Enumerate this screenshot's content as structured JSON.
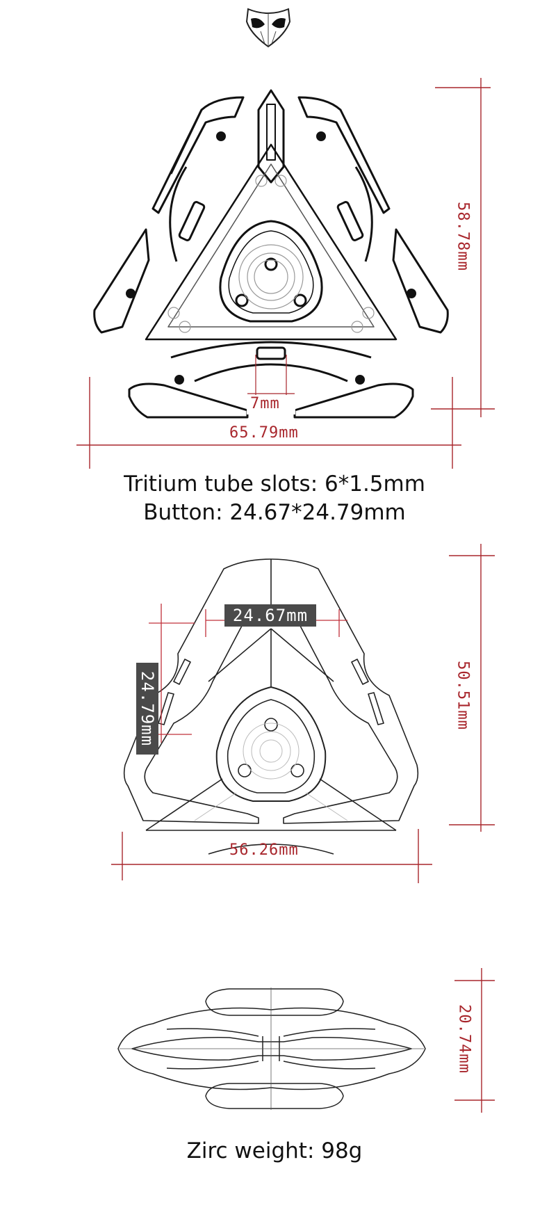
{
  "brand": {
    "logo_icon": "mask-icon"
  },
  "colors": {
    "dimension": "#a8262c",
    "tag_bg": "#4a4a4a",
    "line": "#111111",
    "ghost": "#9a9a9a"
  },
  "top_view": {
    "height_label": "58.78mm",
    "width_label": "65.79mm",
    "slot_label": "7mm"
  },
  "specs": {
    "tritium": "Tritium tube slots: 6*1.5mm",
    "button": "Button: 24.67*24.79mm"
  },
  "button_view": {
    "button_width_label": "24.67mm",
    "button_height_label": "24.79mm",
    "height_label": "50.51mm",
    "width_label": "56.26mm"
  },
  "side_view": {
    "thickness_label": "20.74mm"
  },
  "weight": "Zirc weight: 98g"
}
